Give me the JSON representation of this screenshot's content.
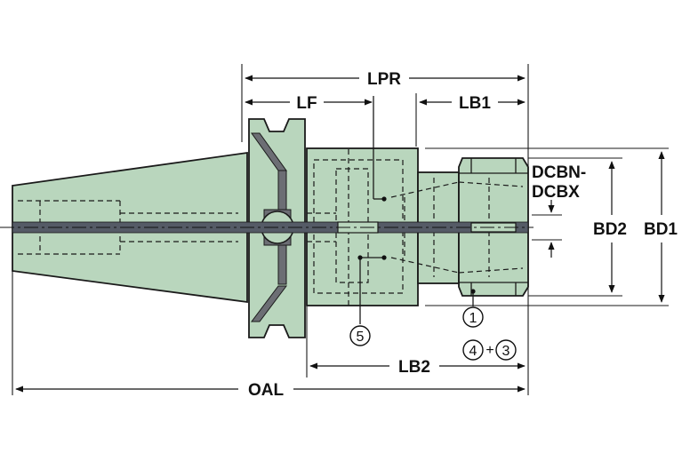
{
  "colors": {
    "body_fill": "#b9d6bd",
    "outline": "#1a1a1a",
    "centerline": "#555b66",
    "dark_band": "#6c6e74",
    "background": "#ffffff"
  },
  "dimensions": {
    "lpr": "LPR",
    "lf": "LF",
    "lb1": "LB1",
    "dcbn_dcbx_line1": "DCBN-",
    "dcbn_dcbx_line2": "DCBX",
    "bd2": "BD2",
    "bd1": "BD1",
    "lb2": "LB2",
    "oal": "OAL"
  },
  "callouts": {
    "c1": "1",
    "c3": "3",
    "c4": "4",
    "c5": "5",
    "plus": "+"
  }
}
